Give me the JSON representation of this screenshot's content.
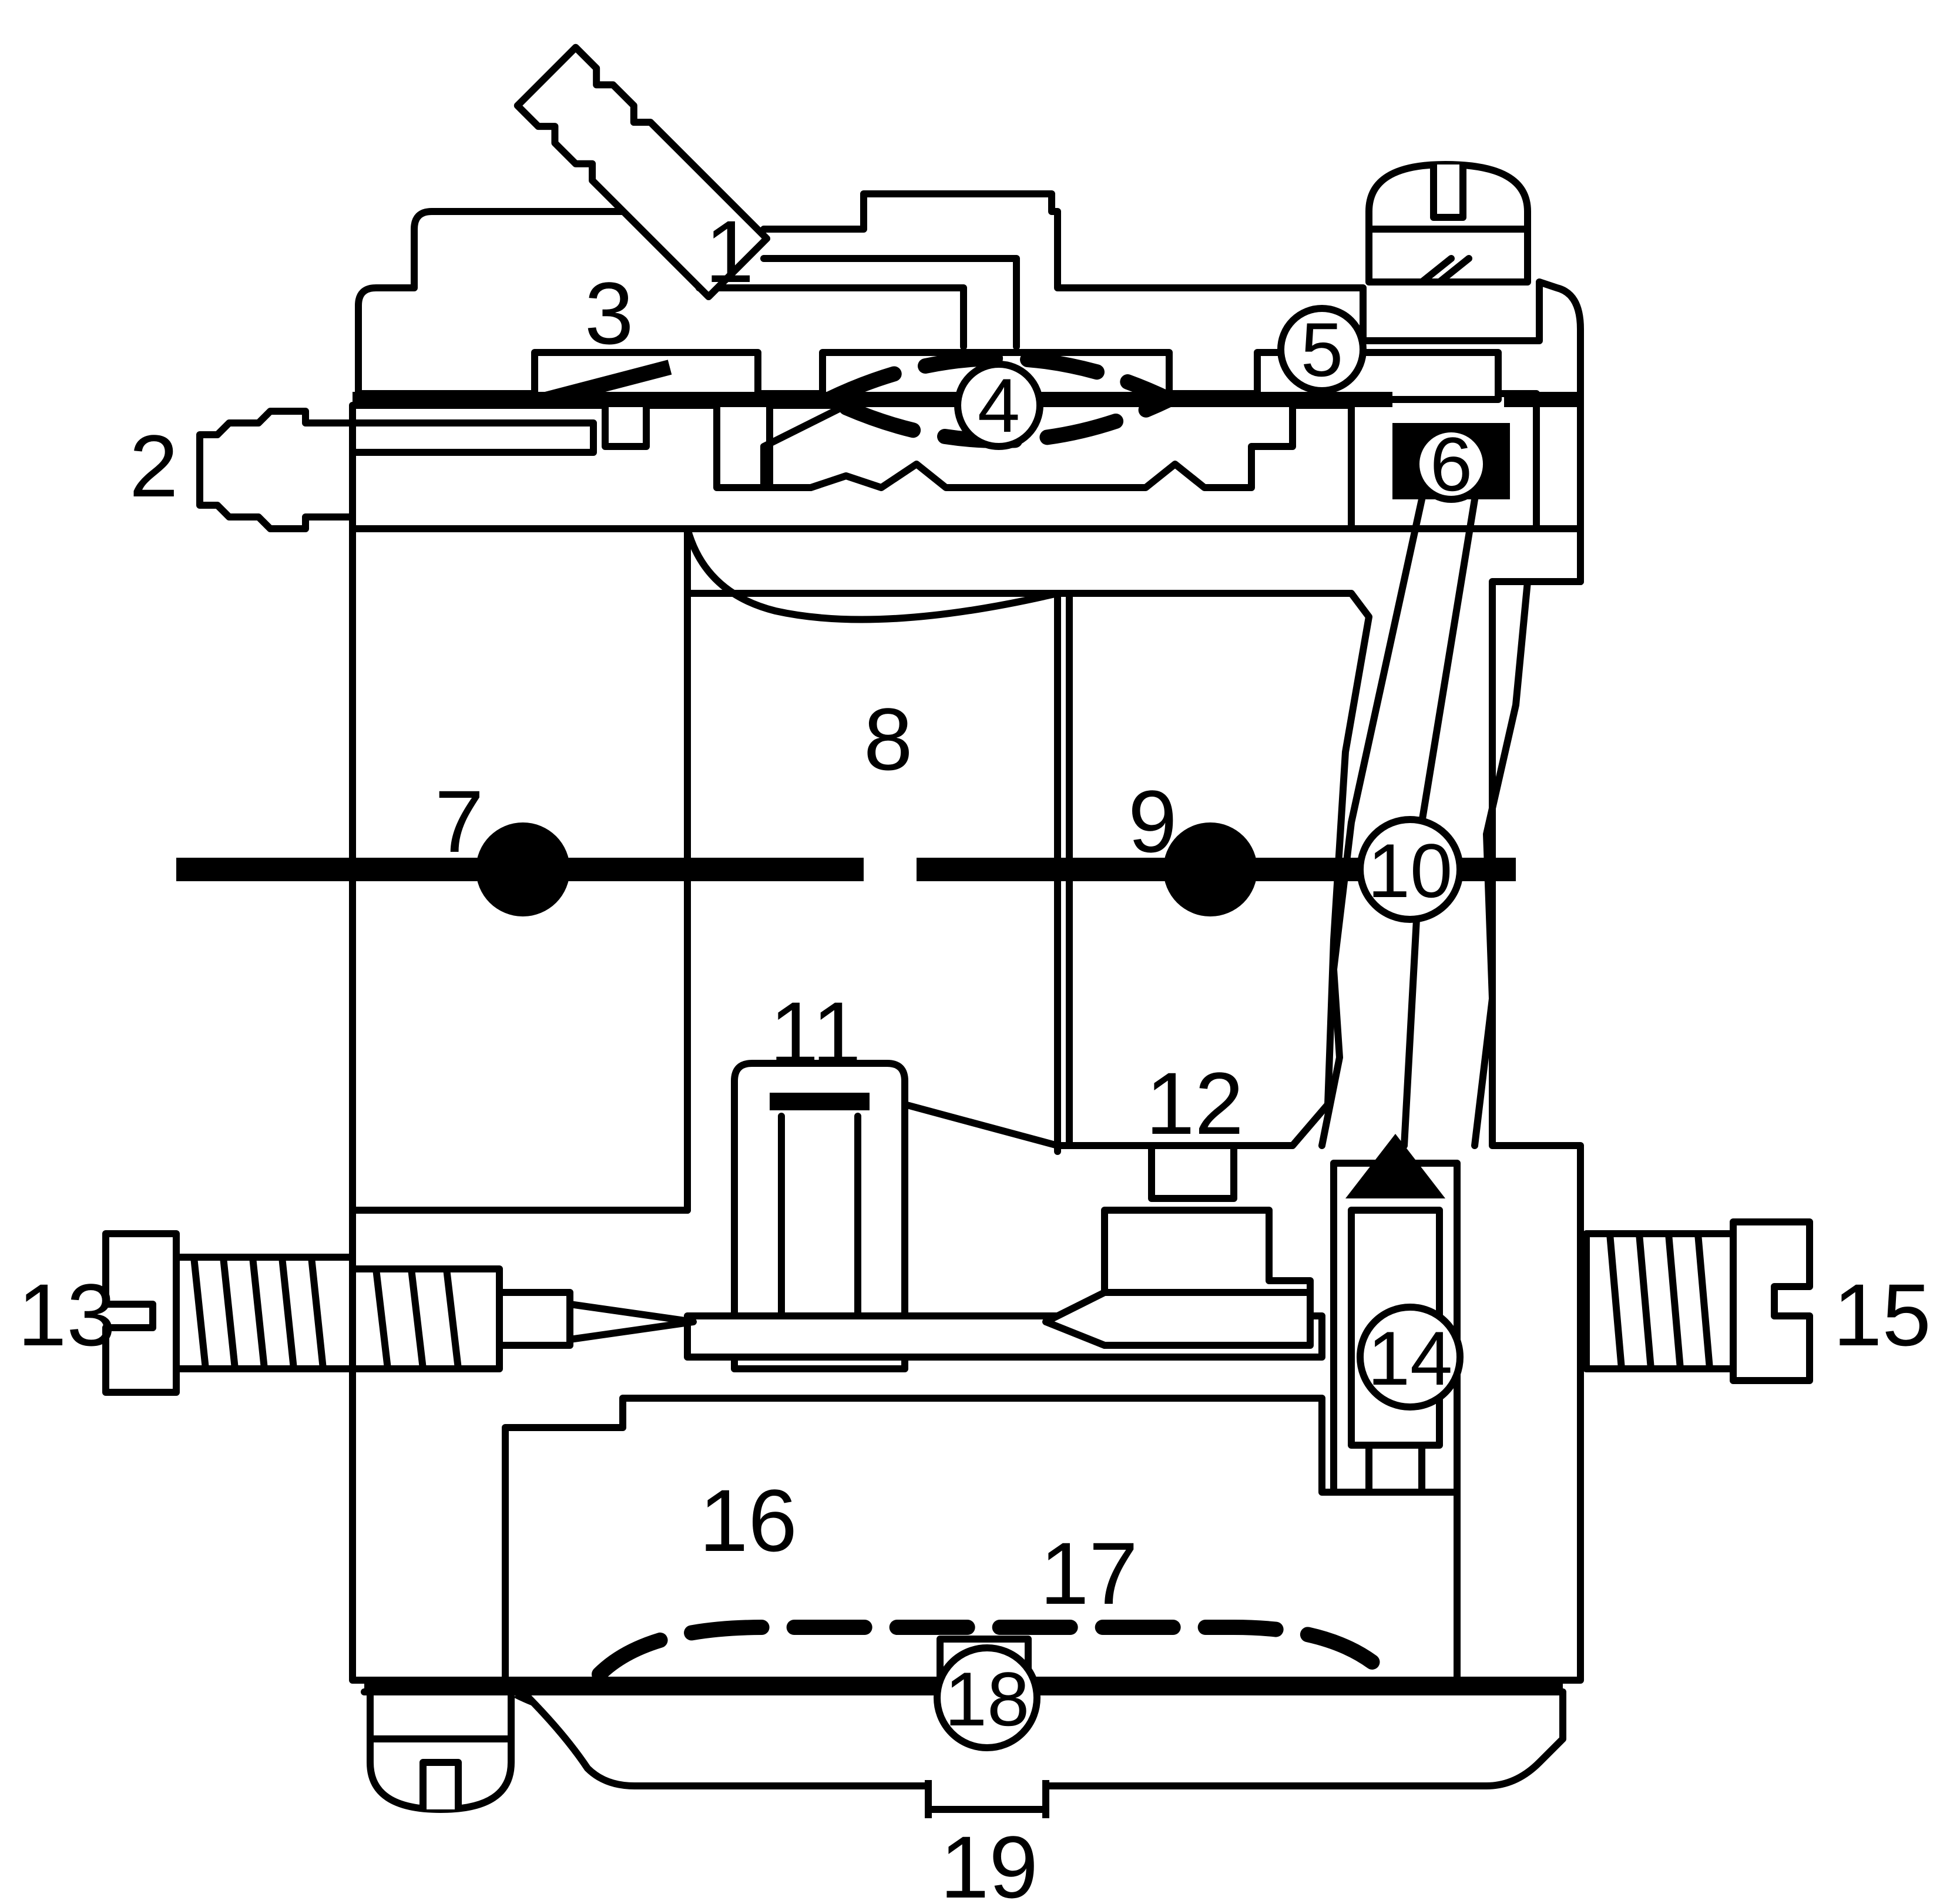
{
  "labels": {
    "l1": "1",
    "l2": "2",
    "l3": "3",
    "l4": "4",
    "l5": "5",
    "l6": "6",
    "l7": "7",
    "l8": "8",
    "l9": "9",
    "l10": "10",
    "l11": "11",
    "l12": "12",
    "l13": "13",
    "l14": "14",
    "l15": "15",
    "l16": "16",
    "l17": "17",
    "l18": "18",
    "l19": "19"
  },
  "colors": {
    "ink": "#000000",
    "paper": "#ffffff"
  }
}
